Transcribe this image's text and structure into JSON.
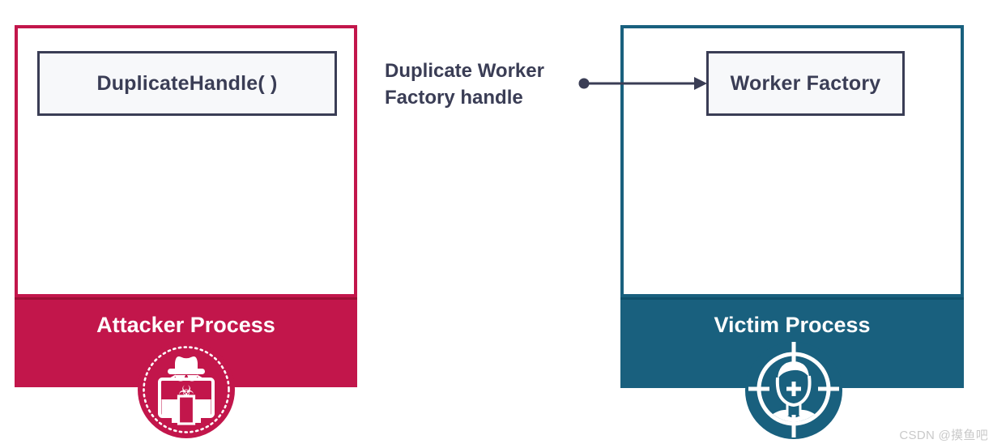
{
  "diagram": {
    "attacker": {
      "api_call_label": "DuplicateHandle( )",
      "process_label": "Attacker Process",
      "icon": "hacker-monitor-biohazard-icon"
    },
    "victim": {
      "object_label": "Worker Factory",
      "process_label": "Victim Process",
      "icon": "person-in-crosshair-icon"
    },
    "arrow": {
      "label_line1": "Duplicate Worker",
      "label_line2": "Factory handle"
    }
  },
  "colors": {
    "attacker": "#C2164B",
    "attacker_dark": "#9E0F36",
    "victim": "#19607E",
    "victim_dark": "#10506B",
    "ink": "#3A3D55",
    "inner_box_bg": "#F7F8FA",
    "watermark": "#C9C9C9"
  },
  "watermark": "CSDN @摸鱼吧"
}
